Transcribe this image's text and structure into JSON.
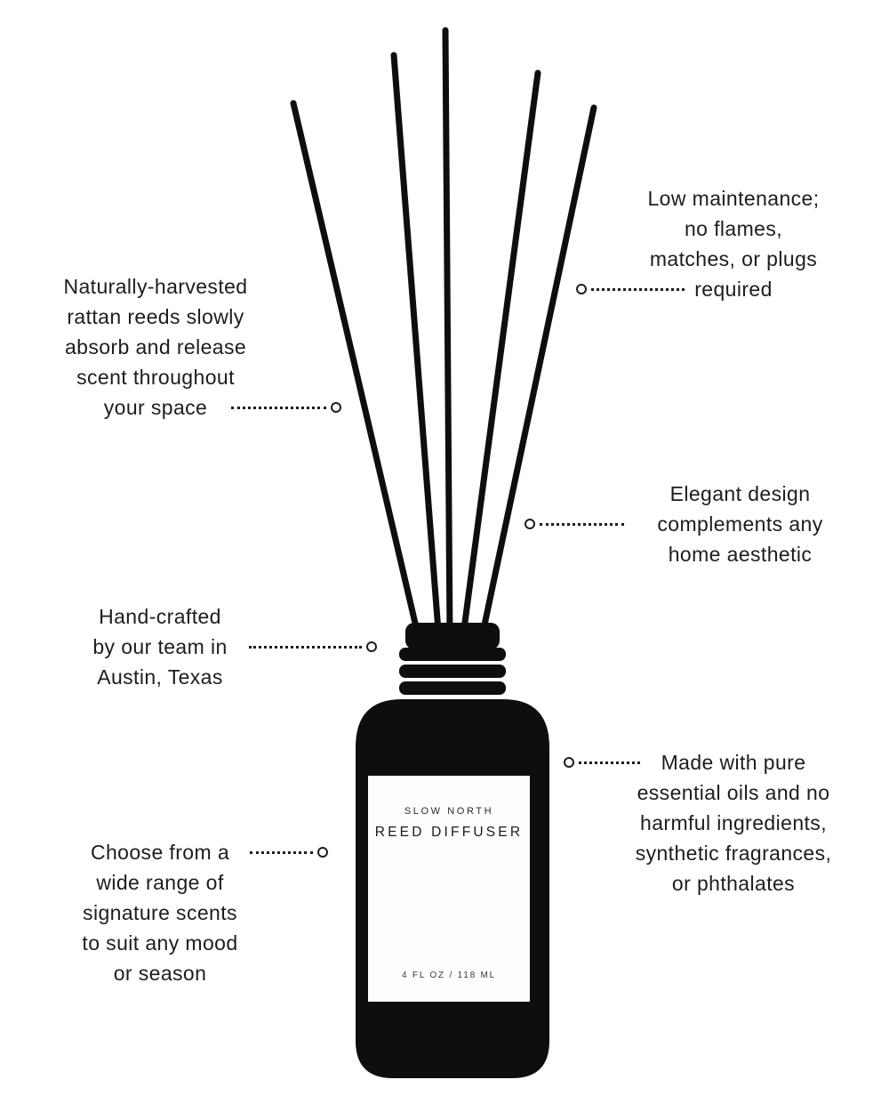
{
  "annotations": {
    "low_maintenance": "Low maintenance;\nno flames,\nmatches, or plugs\nrequired",
    "naturally_harvested": "Naturally-harvested\nrattan reeds slowly\nabsorb and release\nscent throughout\nyour space",
    "elegant_design": "Elegant design\ncomplements any\nhome aesthetic",
    "hand_crafted": "Hand-crafted\nby our team in\nAustin, Texas",
    "made_with": "Made with pure\nessential oils and no\nharmful ingredients,\nsynthetic fragrances,\nor phthalates",
    "choose_from": "Choose from a\nwide range of\nsignature scents\nto suit any mood\nor season"
  },
  "bottle_label": {
    "brand": "SLOW NORTH",
    "product": "REED DIFFUSER",
    "volume": "4 FL OZ / 118 ML"
  },
  "colors": {
    "ink": "#1d1d1d",
    "bottle": "#0e0e0e",
    "background": "#ffffff",
    "label_background": "#fdfdfd"
  }
}
